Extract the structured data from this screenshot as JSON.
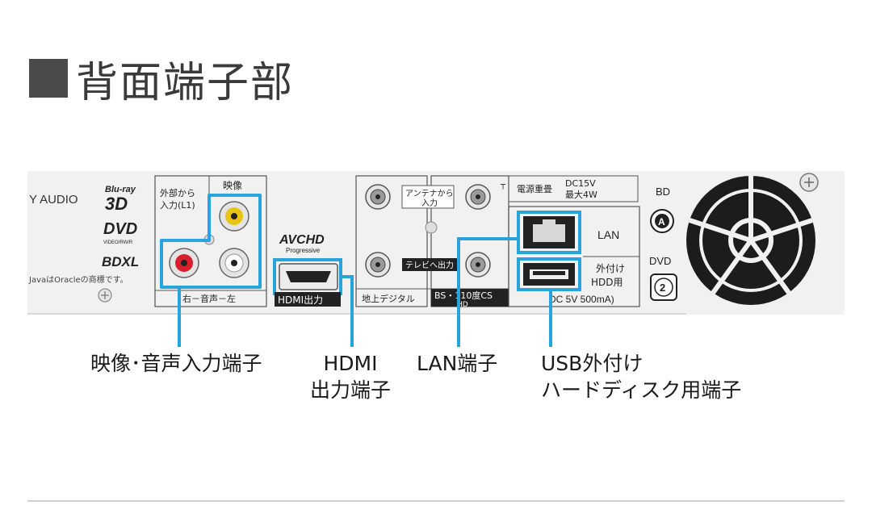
{
  "heading": {
    "square_color": "#4a4a4a",
    "text": "背面端子部"
  },
  "panel": {
    "brand_fragment": "Y AUDIO",
    "logos": {
      "bluray_top": "Blu-ray",
      "bluray_3d": "3D",
      "dvd": "DVD",
      "dvd_sub": "VIDEO/RW/R",
      "bdxl": "BDXL"
    },
    "java_note": "JavaはOracleの商標です。",
    "input_box": {
      "label_external": "外部から",
      "label_input": "入力(L1)",
      "label_video": "映像",
      "label_audio": "右－音声－左"
    },
    "hdmi": {
      "logo": "AVCHD",
      "logo_sub": "Progressive",
      "label": "HDMI出力"
    },
    "antenna": {
      "antenna_in": "アンテナから",
      "antenna_in2": "入力",
      "tv_out": "テレビへ出力",
      "terrestrial": "地上デジタル",
      "bs": "BS・110度CS",
      "bs2": "HD"
    },
    "power": {
      "label": "電源重畳",
      "spec1": "DC15V",
      "spec2": "最大4W"
    },
    "lan": {
      "label": "LAN"
    },
    "usb": {
      "label1": "外付け",
      "label2": "HDD用",
      "spec": "DC 5V 500mA)"
    },
    "region": {
      "bd": "BD",
      "bd_code": "A",
      "dvd": "DVD",
      "dvd_code": "2"
    }
  },
  "callouts": {
    "av_input": "映像･音声入力端子",
    "hdmi_line1": "HDMI",
    "hdmi_line2": "出力端子",
    "lan": "LAN端子",
    "usb_line1": "USB外付け",
    "usb_line2": "ハードディスク用端子"
  },
  "colors": {
    "highlight": "#29a3dc",
    "panel": "#f1f1f1",
    "label_bg": "#222222"
  }
}
